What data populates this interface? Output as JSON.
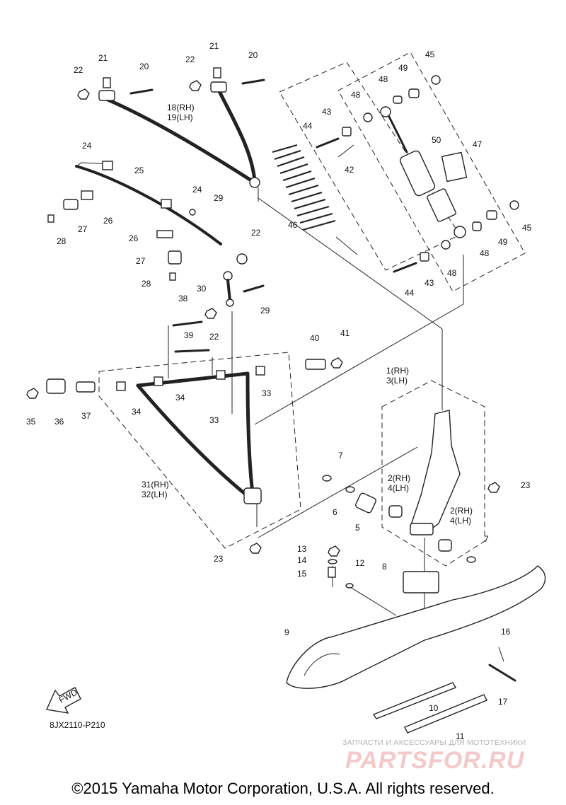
{
  "diagram": {
    "code": "8JX2110-P210",
    "fwd_label": "FWD",
    "callouts": [
      {
        "id": "c1",
        "label": "1(RH)"
      },
      {
        "id": "c3",
        "label": "3(LH)"
      },
      {
        "id": "c2a",
        "label": "2(RH)"
      },
      {
        "id": "c4a",
        "label": "4(LH)"
      },
      {
        "id": "c2b",
        "label": "2(RH)"
      },
      {
        "id": "c4b",
        "label": "4(LH)"
      },
      {
        "id": "c5",
        "label": "5"
      },
      {
        "id": "c6",
        "label": "6"
      },
      {
        "id": "c7a",
        "label": "7"
      },
      {
        "id": "c7b",
        "label": "7"
      },
      {
        "id": "c8",
        "label": "8"
      },
      {
        "id": "c9",
        "label": "9"
      },
      {
        "id": "c10",
        "label": "10"
      },
      {
        "id": "c11",
        "label": "11"
      },
      {
        "id": "c12",
        "label": "12"
      },
      {
        "id": "c13",
        "label": "13"
      },
      {
        "id": "c14",
        "label": "14"
      },
      {
        "id": "c15",
        "label": "15"
      },
      {
        "id": "c16",
        "label": "16"
      },
      {
        "id": "c17",
        "label": "17"
      },
      {
        "id": "c18",
        "label": "18(RH)"
      },
      {
        "id": "c19",
        "label": "19(LH)"
      },
      {
        "id": "c20a",
        "label": "20"
      },
      {
        "id": "c20b",
        "label": "20"
      },
      {
        "id": "c21a",
        "label": "21"
      },
      {
        "id": "c21b",
        "label": "21"
      },
      {
        "id": "c22a",
        "label": "22"
      },
      {
        "id": "c22b",
        "label": "22"
      },
      {
        "id": "c22c",
        "label": "22"
      },
      {
        "id": "c22d",
        "label": "22"
      },
      {
        "id": "c23a",
        "label": "23"
      },
      {
        "id": "c23b",
        "label": "23"
      },
      {
        "id": "c24a",
        "label": "24"
      },
      {
        "id": "c24b",
        "label": "24"
      },
      {
        "id": "c25",
        "label": "25"
      },
      {
        "id": "c26a",
        "label": "26"
      },
      {
        "id": "c26b",
        "label": "26"
      },
      {
        "id": "c27a",
        "label": "27"
      },
      {
        "id": "c27b",
        "label": "27"
      },
      {
        "id": "c28a",
        "label": "28"
      },
      {
        "id": "c28b",
        "label": "28"
      },
      {
        "id": "c29a",
        "label": "29"
      },
      {
        "id": "c29b",
        "label": "29"
      },
      {
        "id": "c30",
        "label": "30"
      },
      {
        "id": "c31",
        "label": "31(RH)"
      },
      {
        "id": "c32",
        "label": "32(LH)"
      },
      {
        "id": "c33a",
        "label": "33"
      },
      {
        "id": "c33b",
        "label": "33"
      },
      {
        "id": "c34a",
        "label": "34"
      },
      {
        "id": "c34b",
        "label": "34"
      },
      {
        "id": "c35",
        "label": "35"
      },
      {
        "id": "c36",
        "label": "36"
      },
      {
        "id": "c37",
        "label": "37"
      },
      {
        "id": "c38",
        "label": "38"
      },
      {
        "id": "c39",
        "label": "39"
      },
      {
        "id": "c40",
        "label": "40"
      },
      {
        "id": "c41",
        "label": "41"
      },
      {
        "id": "c42",
        "label": "42"
      },
      {
        "id": "c43a",
        "label": "43"
      },
      {
        "id": "c43b",
        "label": "43"
      },
      {
        "id": "c44a",
        "label": "44"
      },
      {
        "id": "c44b",
        "label": "44"
      },
      {
        "id": "c45a",
        "label": "45"
      },
      {
        "id": "c45b",
        "label": "45"
      },
      {
        "id": "c46",
        "label": "46"
      },
      {
        "id": "c47",
        "label": "47"
      },
      {
        "id": "c48a",
        "label": "48"
      },
      {
        "id": "c48b",
        "label": "48"
      },
      {
        "id": "c48c",
        "label": "48"
      },
      {
        "id": "c48d",
        "label": "48"
      },
      {
        "id": "c49a",
        "label": "49"
      },
      {
        "id": "c49b",
        "label": "49"
      },
      {
        "id": "c50",
        "label": "50"
      }
    ]
  },
  "watermark": {
    "subtitle": "ЗАПЧАСТИ И АКСЕССУАРЫ ДЛЯ МОТОТЕХНИКИ",
    "logo": "PARTSFOR.RU"
  },
  "copyright": "©2015 Yamaha Motor Corporation, U.S.A. All rights reserved."
}
